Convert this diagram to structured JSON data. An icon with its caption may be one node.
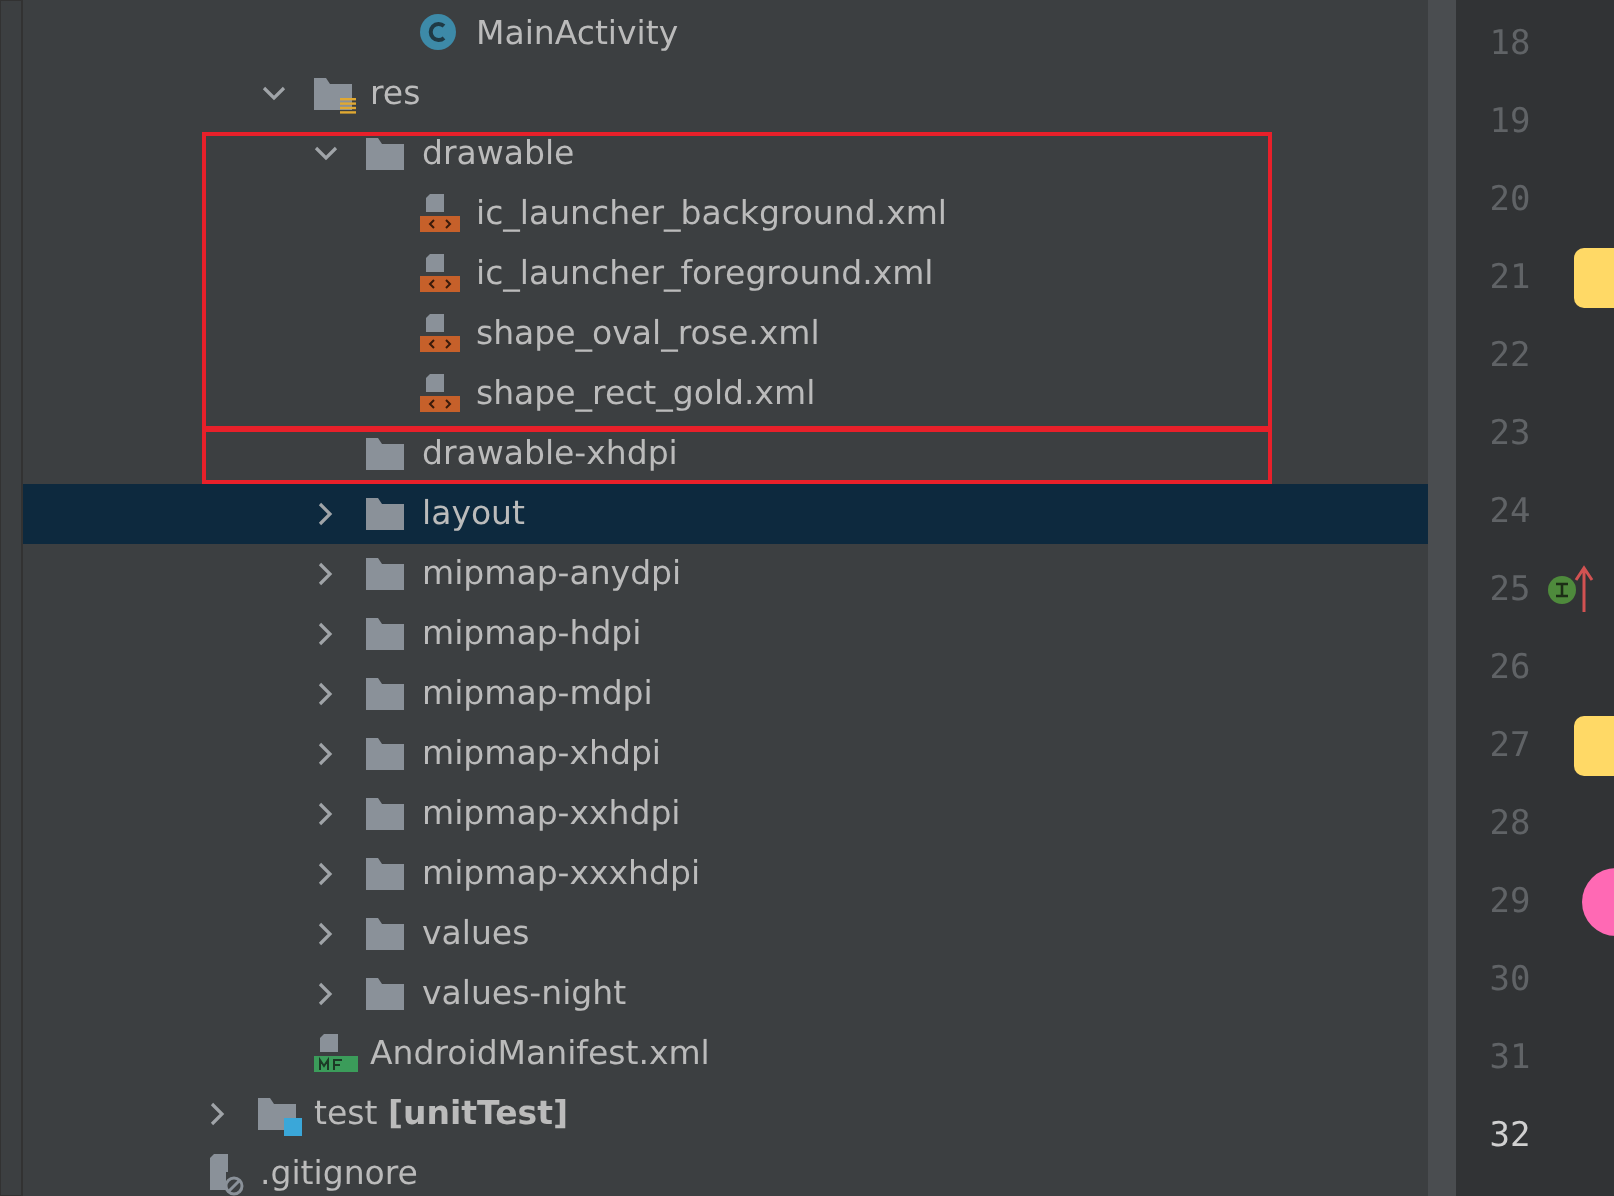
{
  "diagram": {
    "nodes": [
      {
        "text": [
          "drawable",
          "ic_launcher_background.xml",
          "ic_launcher_foreground.xml",
          "shape_oval_rose.xml",
          "shape_rect_gold.xml"
        ]
      },
      {
        "text": [
          "drawable-xhdpi"
        ]
      }
    ],
    "edges": [],
    "labels": [
      "MainActivity",
      "res",
      "layout",
      "mipmap-anydpi",
      "mipmap-hdpi",
      "mipmap-mdpi",
      "mipmap-xhdpi",
      "mipmap-xxhdpi",
      "mipmap-xxxhdpi",
      "values",
      "values-night",
      "AndroidManifest.xml",
      "test **[unitTest]**",
      ".gitignore",
      "18",
      "19",
      "20",
      "21",
      "22",
      "23",
      "24",
      "25",
      "26",
      "27",
      "28",
      "29",
      "30",
      "31",
      "32"
    ]
  }
}
